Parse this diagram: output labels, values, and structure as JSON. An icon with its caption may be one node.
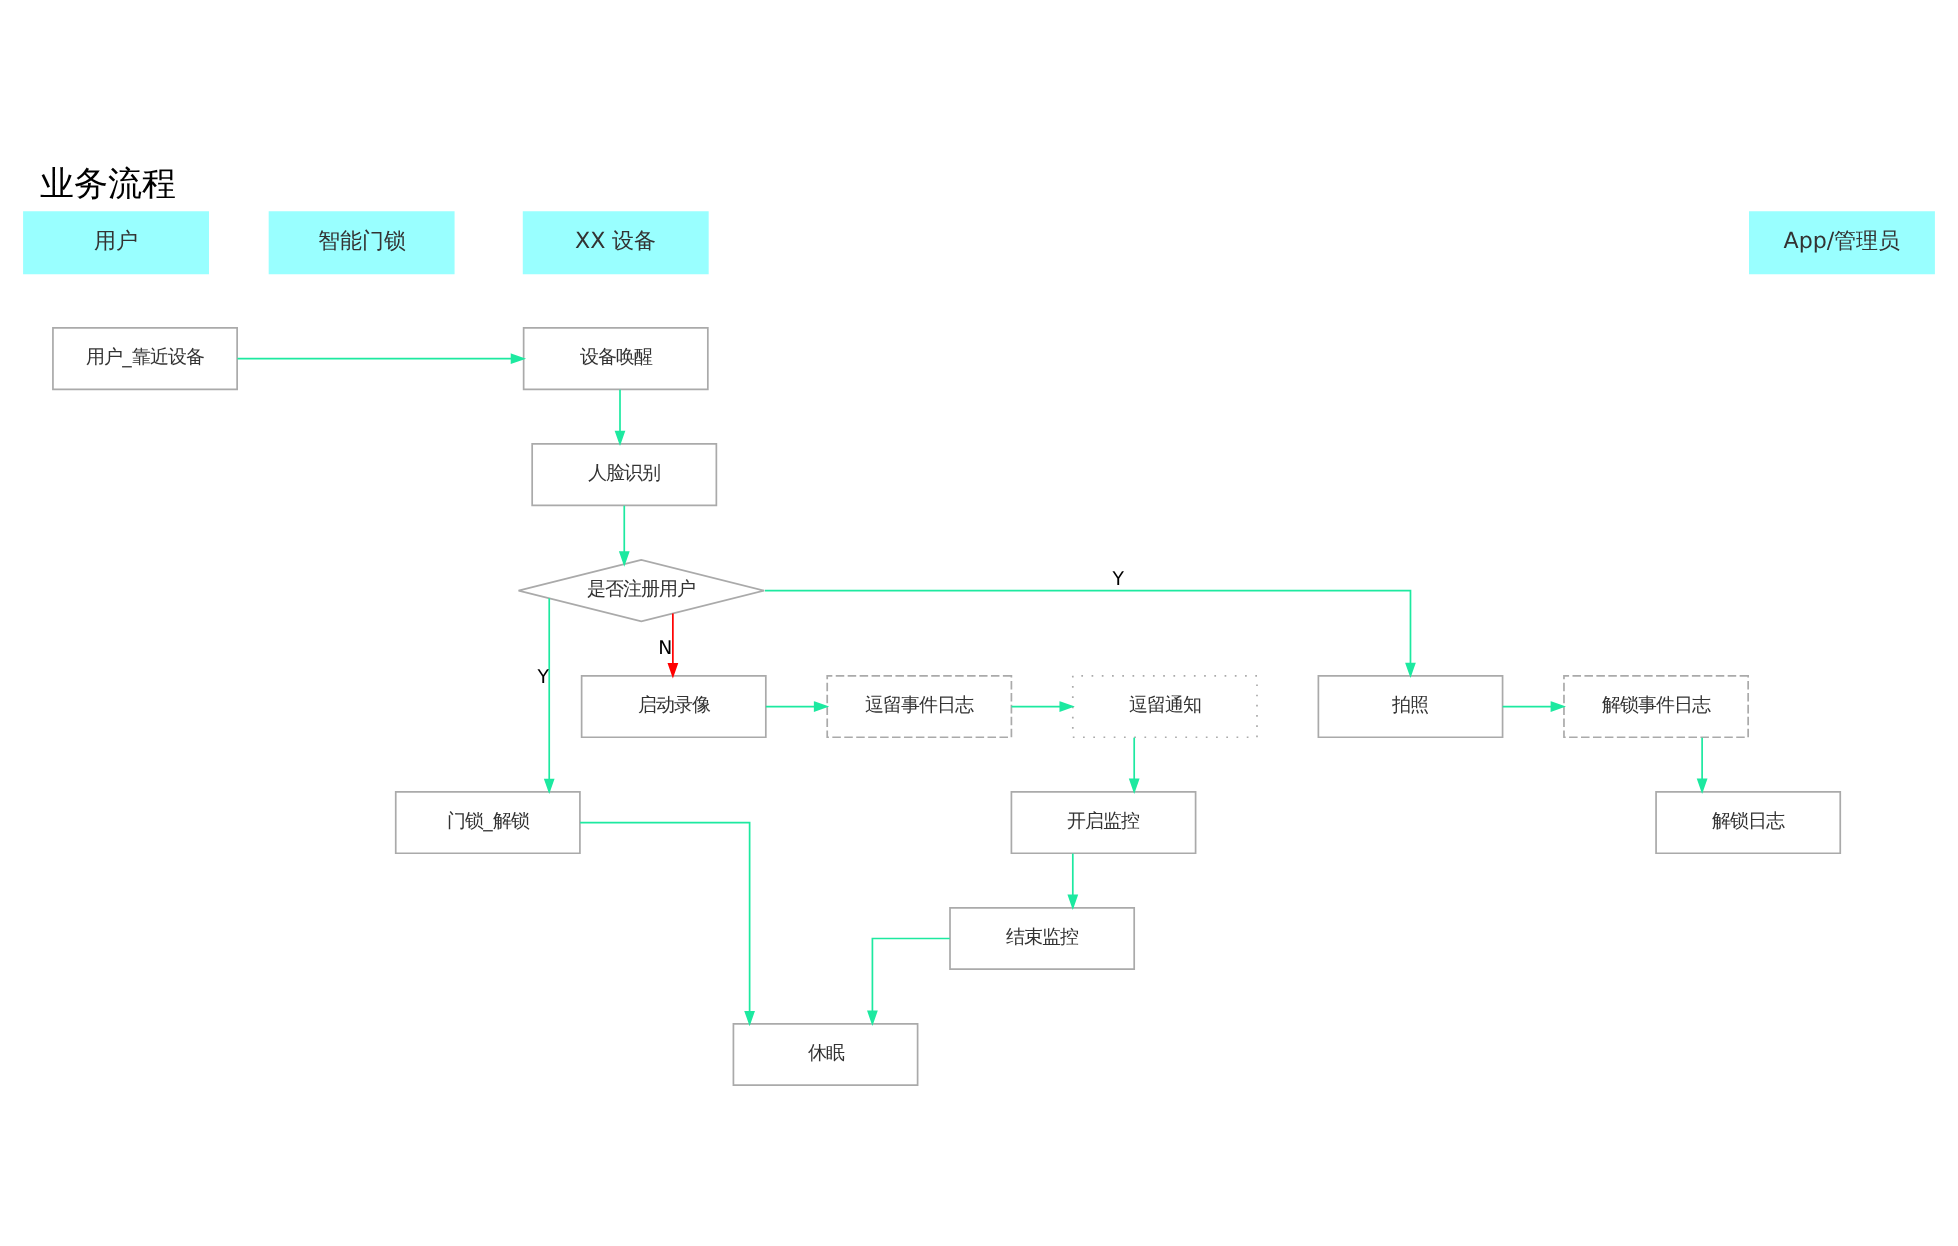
{
  "diagram": {
    "title": "业务流程",
    "nodes": [
      {
        "text": [
          "用户"
        ]
      },
      {
        "text": [
          "XX 设备"
        ]
      },
      {
        "text": [
          "智能门锁"
        ]
      },
      {
        "text": [
          "App/管理员"
        ]
      },
      {
        "text": [
          "用户_靠近设备"
        ]
      },
      {
        "text": [
          "设备唤醒"
        ]
      },
      {
        "text": [
          "人脸识别"
        ]
      },
      {
        "text": [
          "是否注册用户"
        ]
      },
      {
        "text": [
          "门锁_解锁"
        ]
      },
      {
        "text": [
          "解锁日志"
        ]
      },
      {
        "text": [
          "拍照"
        ]
      },
      {
        "text": [
          "解锁事件日志"
        ]
      },
      {
        "text": [
          "启动录像"
        ]
      },
      {
        "text": [
          "逗留事件日志"
        ]
      },
      {
        "text": [
          "逗留通知"
        ]
      },
      {
        "text": [
          "开启监控"
        ]
      },
      {
        "text": [
          "结束监控"
        ]
      },
      {
        "text": [
          "休眠"
        ]
      }
    ],
    "edges": [
      {
        "from": 4,
        "to": 5,
        "arrow": "to"
      },
      {
        "from": 5,
        "to": 6,
        "arrow": "to"
      },
      {
        "from": 6,
        "to": 7,
        "arrow": "to"
      },
      {
        "from": 7,
        "to": 8,
        "arrow": "to",
        "label": "Y"
      },
      {
        "from": 7,
        "to": 10,
        "arrow": "to",
        "label": "Y"
      },
      {
        "from": 7,
        "to": 12,
        "arrow": "to",
        "label": "N",
        "color": "#ff0000"
      },
      {
        "from": 10,
        "to": 11,
        "arrow": "to"
      },
      {
        "from": 11,
        "to": 9,
        "arrow": "to"
      },
      {
        "from": 12,
        "to": 13,
        "arrow": "to"
      },
      {
        "from": 13,
        "to": 14,
        "arrow": "to"
      },
      {
        "from": 14,
        "to": 15,
        "arrow": "to"
      },
      {
        "from": 15,
        "to": 16,
        "arrow": "to"
      },
      {
        "from": 8,
        "to": 17,
        "arrow": "to"
      },
      {
        "from": 16,
        "to": 17,
        "arrow": "to"
      }
    ]
  }
}
